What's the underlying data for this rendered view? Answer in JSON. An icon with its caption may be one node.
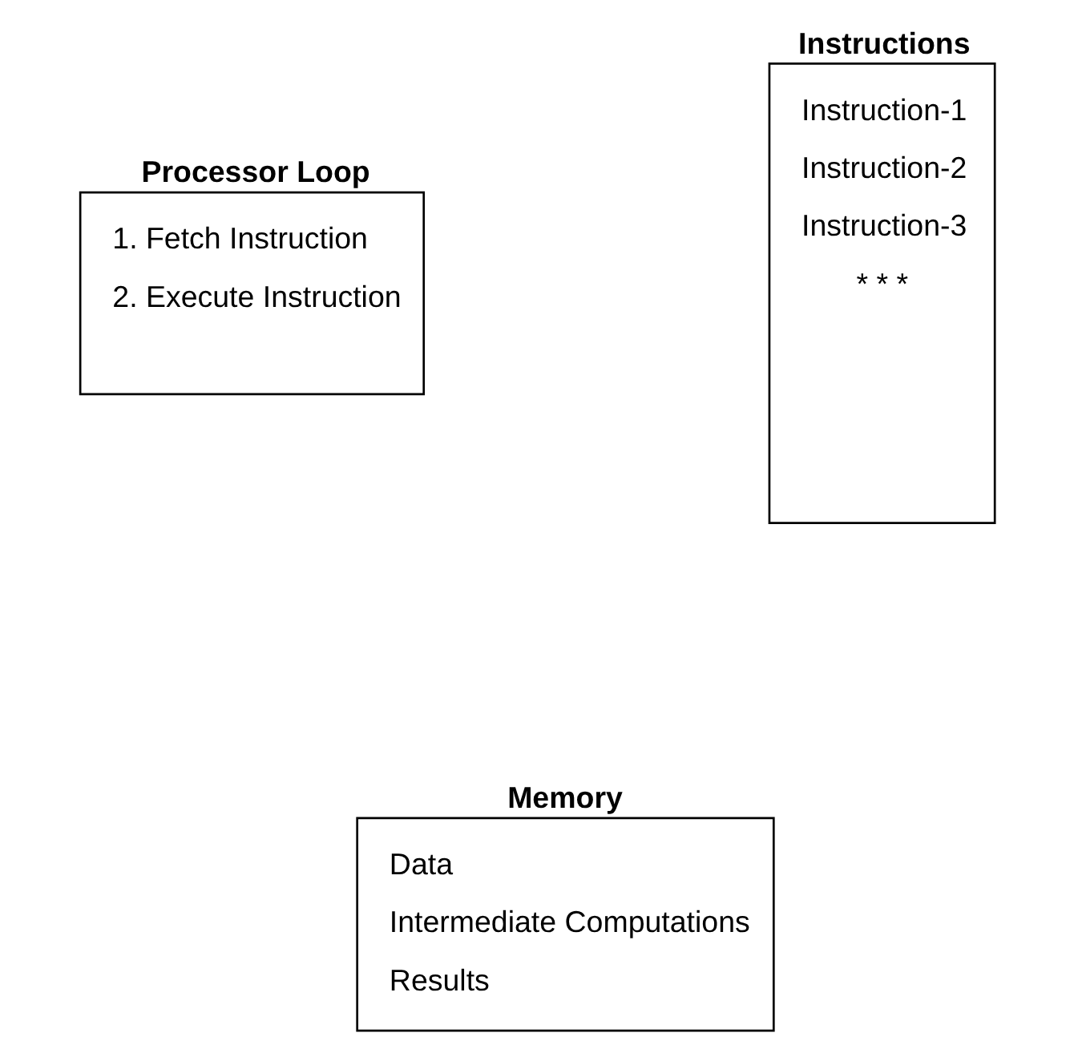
{
  "diagram": {
    "nodes": [
      {
        "text": [
          "Processor Loop",
          "1. Fetch Instruction",
          "2. Execute Instruction"
        ]
      },
      {
        "text": [
          "Instructions",
          "Instruction-1",
          "Instruction-2",
          "Instruction-3",
          "* * *"
        ]
      },
      {
        "text": [
          "Memory",
          "Data",
          "Intermediate Computations",
          "Results"
        ]
      }
    ]
  }
}
